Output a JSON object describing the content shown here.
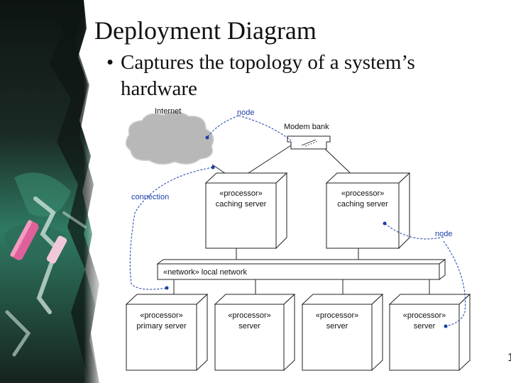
{
  "slide": {
    "title": "Deployment Diagram",
    "bullet": "Captures the topology of a system’s hardware",
    "page_number": "1"
  },
  "diagram": {
    "labels": {
      "internet": "Internet",
      "modem_bank": "Modem bank",
      "node_top": "node",
      "node_right": "node",
      "connection": "connection"
    },
    "caching_servers": [
      {
        "stereotype": "«processor»",
        "name": "caching server"
      },
      {
        "stereotype": "«processor»",
        "name": "caching server"
      }
    ],
    "network": {
      "label": "«network» local network"
    },
    "servers": [
      {
        "stereotype": "«processor»",
        "name": "primary server"
      },
      {
        "stereotype": "«processor»",
        "name": "server"
      },
      {
        "stereotype": "«processor»",
        "name": "server"
      },
      {
        "stereotype": "«processor»",
        "name": "server"
      }
    ]
  },
  "colors": {
    "chalkboard_dark": "#15201c",
    "chalkboard_green": "#2f7a63",
    "chalk_pink": "#e0609b",
    "cloud_gray": "#b8b8b8",
    "annotation_blue": "#1a3fa8",
    "line_black": "#222222"
  }
}
